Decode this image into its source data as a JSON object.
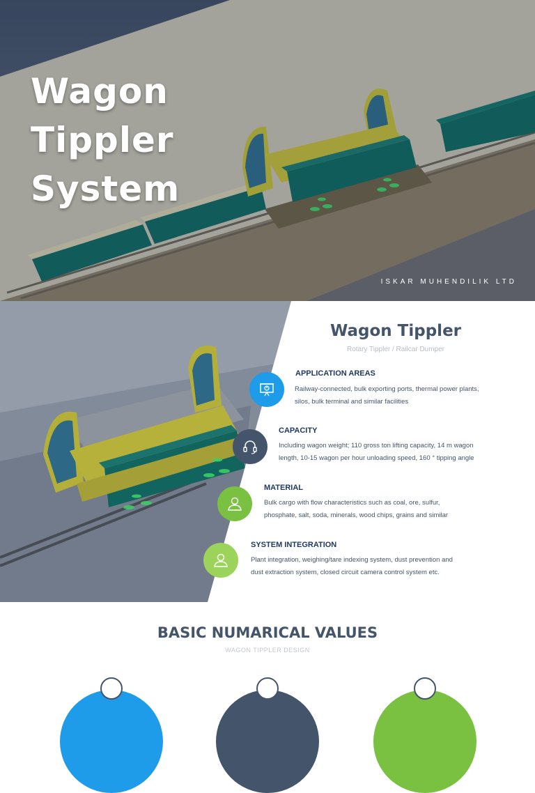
{
  "hero": {
    "title_line1": "Wagon Tippler",
    "title_line2": "System",
    "company": "ISKAR MUHENDILIK LTD"
  },
  "info": {
    "title": "Wagon Tippler",
    "subtitle": "Rotary Tippler / Railcar Dumper",
    "features": [
      {
        "title": "APPLICATION AREAS",
        "line1": "Railway-connected, bulk exporting ports, thermal power plants,",
        "line2": "silos, bulk terminal and similar facilities",
        "icon": "presentation-icon",
        "color": "#1e9be9"
      },
      {
        "title": "CAPACITY",
        "line1": "Including wagon weight; 110 gross ton lifting capacity, 14 m wagon",
        "line2": "length, 10-15 wagon per hour unloading speed, 160 ° tipping angle",
        "icon": "headset-icon",
        "color": "#44546a"
      },
      {
        "title": "MATERIAL",
        "line1": "Bulk cargo with flow characteristics such as coal, ore, sulfur,",
        "line2": "phosphate, salt, soda, minerals, wood chips, grains and similar",
        "icon": "user-icon",
        "color": "#7ac142"
      },
      {
        "title": "SYSTEM INTEGRATION",
        "line1": "Plant integration, weighing/tare indexing system, dust prevention and",
        "line2": "dust extraction system, closed circuit camera control system etc.",
        "icon": "user-icon",
        "color": "#9cd35a"
      }
    ]
  },
  "numerical": {
    "title": "BASIC NUMARICAL VALUES",
    "subtitle": "WAGON TIPPLER DESIGN",
    "circles": [
      {
        "color": "#1e9be9",
        "knob_color": "#44546a"
      },
      {
        "color": "#44546a",
        "knob_color": "#44546a"
      },
      {
        "color": "#7ac142",
        "knob_color": "#44546a"
      }
    ]
  }
}
